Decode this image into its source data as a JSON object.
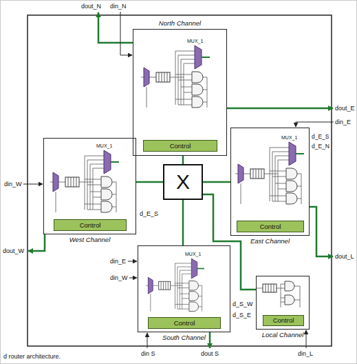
{
  "diagram": {
    "caption": "d router architecture.",
    "nodes": [
      {
        "text": [
          "North Channel"
        ]
      },
      {
        "text": [
          "Control"
        ],
        "in": 0
      },
      {
        "text": [
          "West Channel"
        ]
      },
      {
        "text": [
          "Control"
        ],
        "in": 2
      },
      {
        "text": [
          "X"
        ]
      },
      {
        "text": [
          "East Channel"
        ]
      },
      {
        "text": [
          "Control"
        ],
        "in": 5
      },
      {
        "text": [
          "South Channel"
        ]
      },
      {
        "text": [
          "Control"
        ],
        "in": 7
      },
      {
        "text": [
          "Local Channel"
        ]
      },
      {
        "text": [
          "Control"
        ],
        "in": 9
      }
    ],
    "edges": [
      {
        "from": 0,
        "to": 4,
        "arrow": "none"
      },
      {
        "from": 2,
        "to": 4,
        "arrow": "none"
      },
      {
        "from": 5,
        "to": 4,
        "arrow": "none"
      },
      {
        "from": 7,
        "to": 4,
        "arrow": "none"
      },
      {
        "from": 9,
        "to": 4,
        "arrow": "none"
      }
    ],
    "labels": [
      "dout_N",
      "din_N",
      "MUX_1",
      "dout_E",
      "din_E",
      "d_E_S",
      "d_E_N",
      "din_W",
      "MUX_1",
      "MUX_1",
      "d_E_S",
      "dout_W",
      "din_E",
      "din_W",
      "MUX_1",
      "d_S_W",
      "d_S_E",
      "dout_L",
      "din S",
      "dout S",
      "din_L"
    ]
  }
}
